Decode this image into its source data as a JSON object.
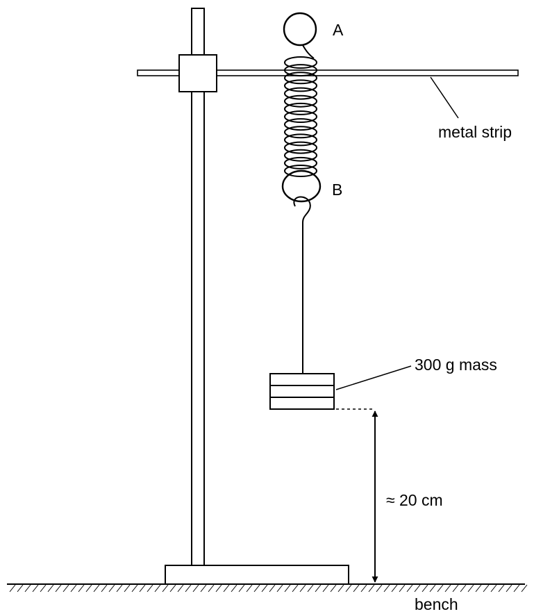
{
  "labels": {
    "point_a": "A",
    "point_b": "B",
    "metal_strip": "metal strip",
    "mass": "300 g mass",
    "height": "≈ 20 cm",
    "bench": "bench"
  },
  "spring": {
    "coil_count": 15
  },
  "colors": {
    "ink": "#000000",
    "background": "#ffffff"
  }
}
